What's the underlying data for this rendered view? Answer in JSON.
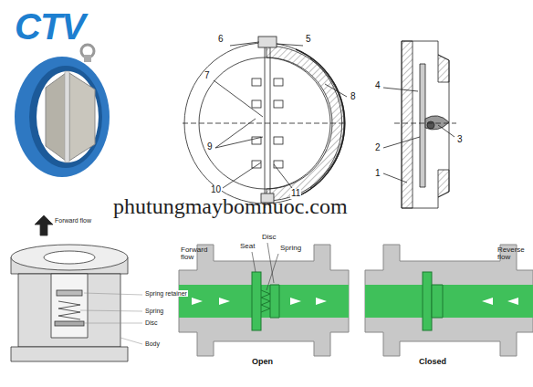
{
  "diagram": {
    "labels": [
      "CTV",
      "6",
      "5",
      "7",
      "8",
      "9",
      "10",
      "11",
      "4",
      "2",
      "3",
      "1",
      "phutungmaybomnuoc.com",
      "Forward flow",
      "Spring retainer",
      "Spring",
      "Disc",
      "Body",
      "Forward flow",
      "Seat",
      "Disc",
      "Spring",
      "Open",
      "Reverse flow",
      "Closed"
    ]
  }
}
